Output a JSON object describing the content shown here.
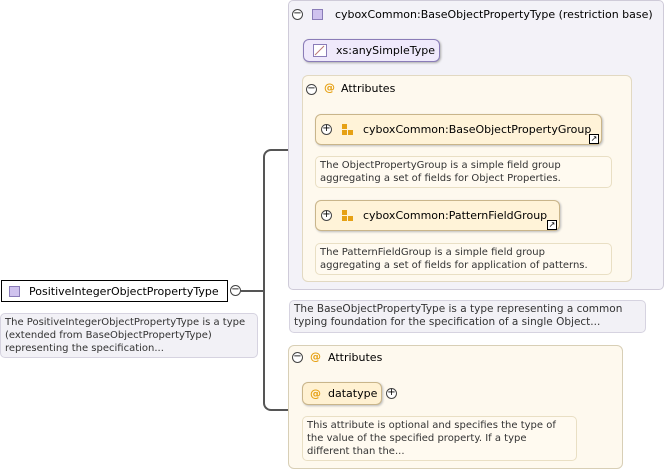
{
  "root": {
    "name": "PositiveIntegerObjectPropertyType",
    "doc": "The PositiveIntegerObjectPropertyType is a type (extended from BaseObjectPropertyType) representing the specification..."
  },
  "base": {
    "title": "cyboxCommon:BaseObjectPropertyType (restriction base)",
    "simple_type": "xs:anySimpleType",
    "attributes_label": "Attributes",
    "groups": [
      {
        "name": "cyboxCommon:BaseObjectPropertyGroup",
        "doc": "The ObjectPropertyGroup is a simple field group aggregating a set of fields for Object Properties."
      },
      {
        "name": "cyboxCommon:PatternFieldGroup",
        "doc": "The PatternFieldGroup is a simple field group aggregating a set of fields for application of patterns."
      }
    ],
    "doc": "The BaseObjectPropertyType is a type representing a common typing foundation for the specification of a single Object..."
  },
  "ext": {
    "attributes_label": "Attributes",
    "attr_name": "datatype",
    "attr_doc": "This attribute is optional and specifies the type of the value of the specified property. If a type different than the..."
  },
  "icons": {
    "minus": "−",
    "plus": "+",
    "at": "@",
    "link": "↗"
  }
}
